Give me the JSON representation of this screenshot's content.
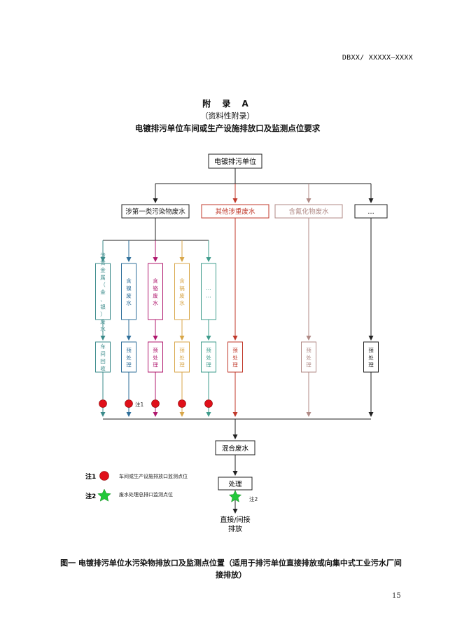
{
  "header": {
    "doc_code": "DBXX/ XXXXX—XXXX"
  },
  "appendix": {
    "title": "附 录 A",
    "subtitle": "（资料性附录）",
    "heading": "电镀排污单位车间或生产设施排放口及监测点位要求"
  },
  "diagram": {
    "root": "电镀排污单位",
    "categories": [
      {
        "label": "涉第一类污染物废水",
        "color": "#222222"
      },
      {
        "label": "其他涉重废水",
        "color": "#c0392b"
      },
      {
        "label": "含氰化物废水",
        "color": "#b08a86"
      },
      {
        "label": "…",
        "color": "#222222"
      }
    ],
    "sub_types": [
      {
        "label": "涉贵金属（金、银）废水",
        "color": "#3b8b8b"
      },
      {
        "label": "含镍废水",
        "color": "#2f6f9a"
      },
      {
        "label": "含铬废水",
        "color": "#b0186e"
      },
      {
        "label": "含镉废水",
        "color": "#d8a648"
      },
      {
        "label": "……",
        "color": "#3f9c8c"
      }
    ],
    "first_treatments": [
      "车间回收",
      "预处理",
      "预处理",
      "预处理",
      "预处理"
    ],
    "other_treatments": [
      "预处理",
      "预处理",
      "预处理"
    ],
    "note1_tag": "注1",
    "note2_tag": "注2",
    "mixed": "混合废水",
    "process": "处理",
    "discharge": "直接/间接排放",
    "legend": [
      {
        "tag": "注1",
        "symbol": "red-dot",
        "text": "车间或生产设施排放口监测点位"
      },
      {
        "tag": "注2",
        "symbol": "green-star",
        "text": "废水处理总排口监测点位"
      }
    ]
  },
  "caption": {
    "line1": "图一  电镀排污单位水污染物排放口及监测点位置（适用于排污单位直接排放或向集中式工业污水厂间",
    "line2": "接排放）"
  },
  "page_number": "15"
}
